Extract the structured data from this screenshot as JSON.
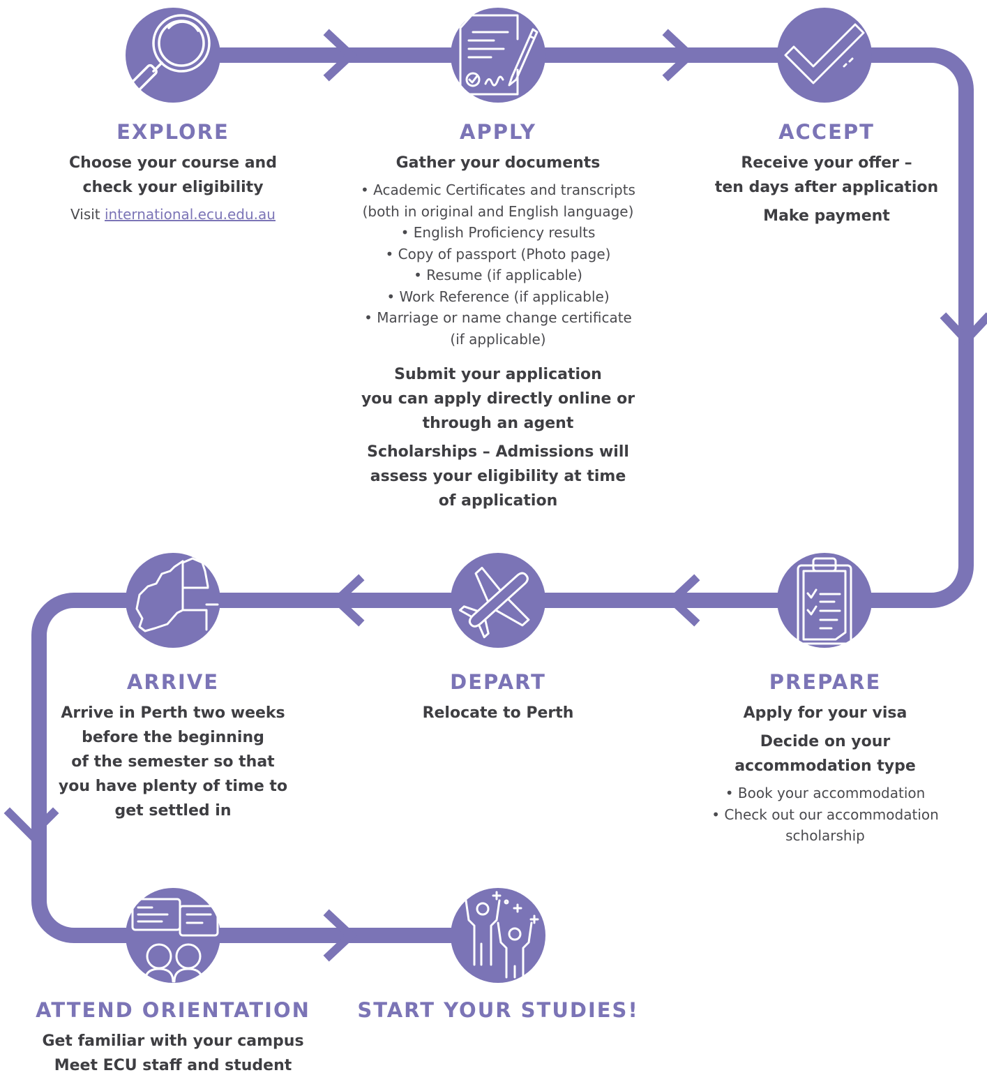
{
  "colors": {
    "accent": "#7b74b6",
    "text": "#3e3e42",
    "background": "#ffffff"
  },
  "steps": {
    "explore": {
      "icon": "magnifying-glass-icon",
      "title": "EXPLORE",
      "heading_lines": [
        "Choose your course and",
        "check your eligibility"
      ],
      "visit_label": "Visit",
      "link": "international.ecu.edu.au"
    },
    "apply": {
      "icon": "document-signature-icon",
      "title": "APPLY",
      "heading": "Gather your documents",
      "documents": [
        "• Academic Certificates and transcripts",
        "(both in original and English language)",
        "• English Proficiency results",
        "• Copy of passport (Photo page)",
        "• Resume (if applicable)",
        "• Work Reference (if applicable)",
        "• Marriage or name change certificate",
        "(if applicable)"
      ],
      "submit_lines": [
        "Submit your application",
        "you can apply directly online or",
        "through an agent"
      ],
      "scholarship_lines": [
        "Scholarships – Admissions will",
        "assess your eligibility at time",
        "of application"
      ]
    },
    "accept": {
      "icon": "checkmark-icon",
      "title": "ACCEPT",
      "offer_lines": [
        "Receive your offer –",
        "ten days after application"
      ],
      "payment": "Make payment"
    },
    "prepare": {
      "icon": "clipboard-checklist-icon",
      "title": "PREPARE",
      "visa": "Apply for your visa",
      "decide_lines": [
        "Decide on your",
        "accommodation type"
      ],
      "items": [
        "• Book your accommodation",
        "• Check out our accommodation",
        "scholarship"
      ]
    },
    "depart": {
      "icon": "airplane-icon",
      "title": "DEPART",
      "text": "Relocate to Perth"
    },
    "arrive": {
      "icon": "australia-map-icon",
      "title": "ARRIVE",
      "lines": [
        "Arrive in Perth two weeks",
        "before the beginning",
        "of the semester so that",
        "you have plenty of time to",
        "get settled in"
      ]
    },
    "orientation": {
      "icon": "people-presentation-icon",
      "title": "ATTEND ORIENTATION",
      "lines": [
        "Get familiar with your campus",
        "Meet ECU staff and student"
      ]
    },
    "start": {
      "icon": "celebrating-people-icon",
      "title": "START YOUR STUDIES!"
    }
  }
}
